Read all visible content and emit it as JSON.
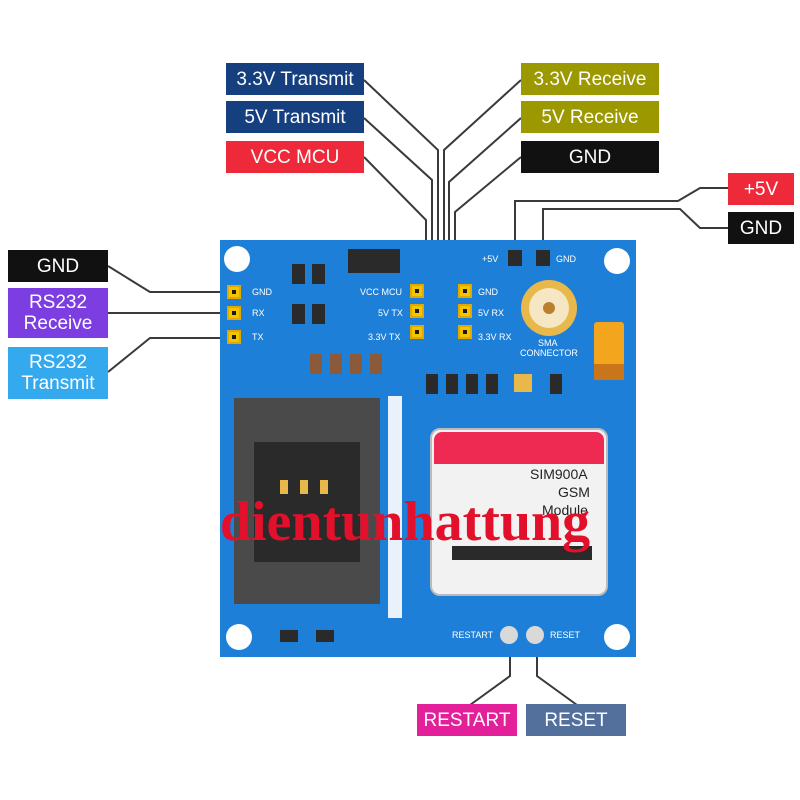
{
  "labels": {
    "tx33": "3.3V Transmit",
    "tx5": "5V Transmit",
    "vcc": "VCC MCU",
    "rx33": "3.3V Receive",
    "rx5": "5V Receive",
    "gnd_top": "GND",
    "plus5": "+5V",
    "gnd_right": "GND",
    "gnd_left": "GND",
    "rs232_rx_1": "RS232",
    "rs232_rx_2": "Receive",
    "rs232_tx_1": "RS232",
    "rs232_tx_2": "Transmit",
    "restart": "RESTART",
    "reset": "RESET"
  },
  "board_text": {
    "gnd": "GND",
    "rx": "RX",
    "tx": "TX",
    "vcc_mcu": "VCC MCU",
    "tx5": "5V TX",
    "tx33": "3.3V TX",
    "gnd_r": "GND",
    "rx5": "5V RX",
    "rx33": "3.3V RX",
    "plus5": "+5V",
    "gnd_pwr": "GND",
    "sma_1": "SMA",
    "sma_2": "CONNECTOR",
    "module_1": "SIM900A",
    "module_2": "GSM",
    "module_3": "Module",
    "restart": "RESTART",
    "reset": "RESET"
  },
  "watermark": "dientunhattung",
  "colors": {
    "board": "#1e7fd8",
    "navy": "#163f7f",
    "red": "#ee2a3a",
    "olive": "#9b9800",
    "black": "#111111",
    "purple": "#7c3ee0",
    "skyblue": "#35a9ee",
    "magenta": "#e3209a",
    "slate": "#53709c",
    "pin": "#f5c400"
  }
}
